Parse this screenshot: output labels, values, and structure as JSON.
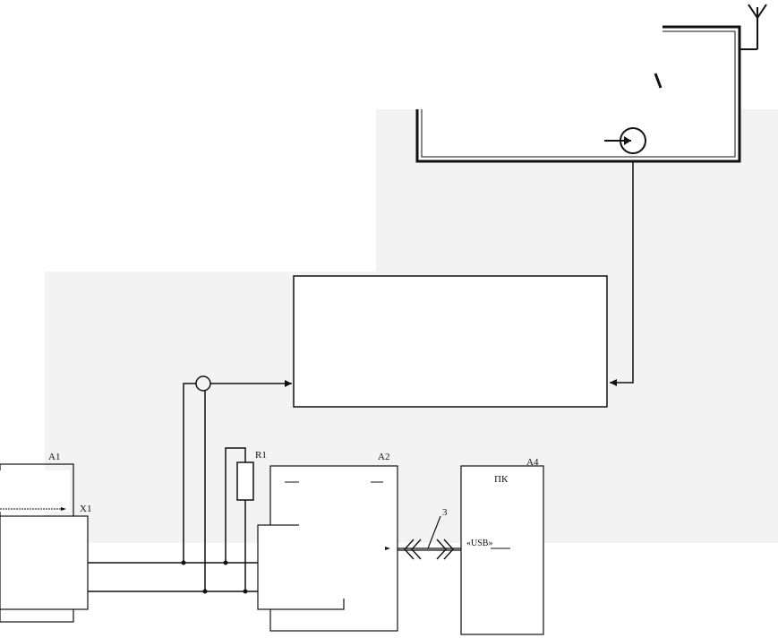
{
  "diagram": {
    "labels": {
      "a1": "A1",
      "x1": "X1",
      "r1": "R1",
      "a2": "A2",
      "a4": "A4",
      "pc": "ПК",
      "cable_num": "3",
      "usb": "«USB»"
    }
  },
  "colors": {
    "line": "#111111",
    "fill_light": "#f2f2f2",
    "white": "#ffffff",
    "gray_box": "#ebebeb"
  }
}
